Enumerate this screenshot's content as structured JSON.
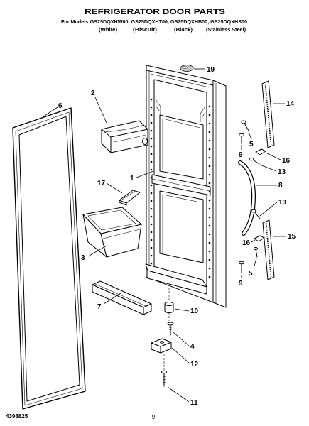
{
  "header": {
    "title": "REFRIGERATOR DOOR PARTS",
    "models_line": "For Models:GS25DQXHW00, GS25DQXHT00, GS25DQXHB00, GS25DQXHS00",
    "finish_labels": [
      "(White)",
      "(Biscuit)",
      "(Black)",
      "(Stainless Steel)"
    ]
  },
  "callouts": [
    "19",
    "2",
    "6",
    "14",
    "5",
    "9",
    "16",
    "13",
    "1",
    "17",
    "8",
    "13",
    "15",
    "3",
    "16",
    "5",
    "9",
    "7",
    "10",
    "4",
    "12",
    "11"
  ],
  "footer": {
    "doc_number": "4398825",
    "page_number": "9"
  },
  "palette": {
    "ink": "#000000",
    "paper": "#ffffff",
    "shade": "#c8c8c8"
  }
}
